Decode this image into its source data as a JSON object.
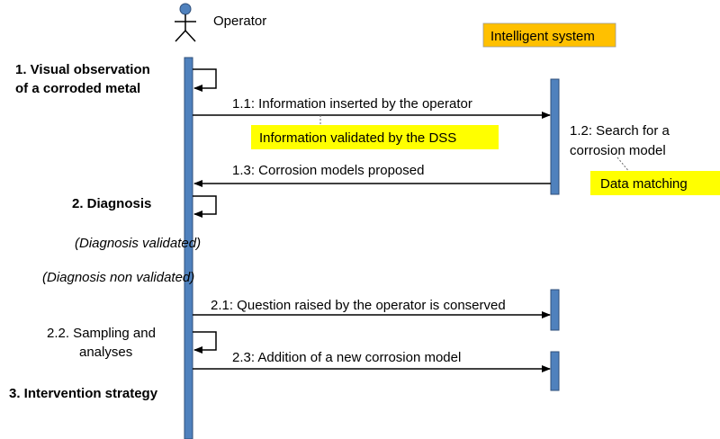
{
  "actors": {
    "operator": "Operator",
    "system": "Intelligent system"
  },
  "steps": {
    "s1_line1": "1. Visual observation",
    "s1_line2": "of a corroded metal",
    "s2": "2. Diagnosis",
    "validated": "(Diagnosis validated)",
    "non_validated": "(Diagnosis non validated)",
    "s22_line1": "2.2. Sampling and",
    "s22_line2": "analyses",
    "s3": "3. Intervention strategy"
  },
  "messages": {
    "m11": "1.1: Information inserted by the operator",
    "m13": "1.3: Corrosion models proposed",
    "m21": "2.1: Question raised by the operator is conserved",
    "m23": "2.3: Addition of a new corrosion model"
  },
  "notes": {
    "validated_by_dss": "Information validated by the DSS",
    "search_line1": "1.2: Search for a",
    "search_line2": "corrosion model",
    "data_matching": "Data matching"
  },
  "colors": {
    "lifeline": "#4f81bd",
    "lifeline_border": "#2f4f7a",
    "system_box": "#ffc000",
    "note_yellow": "#ffff00",
    "head": "#4f81bd"
  }
}
